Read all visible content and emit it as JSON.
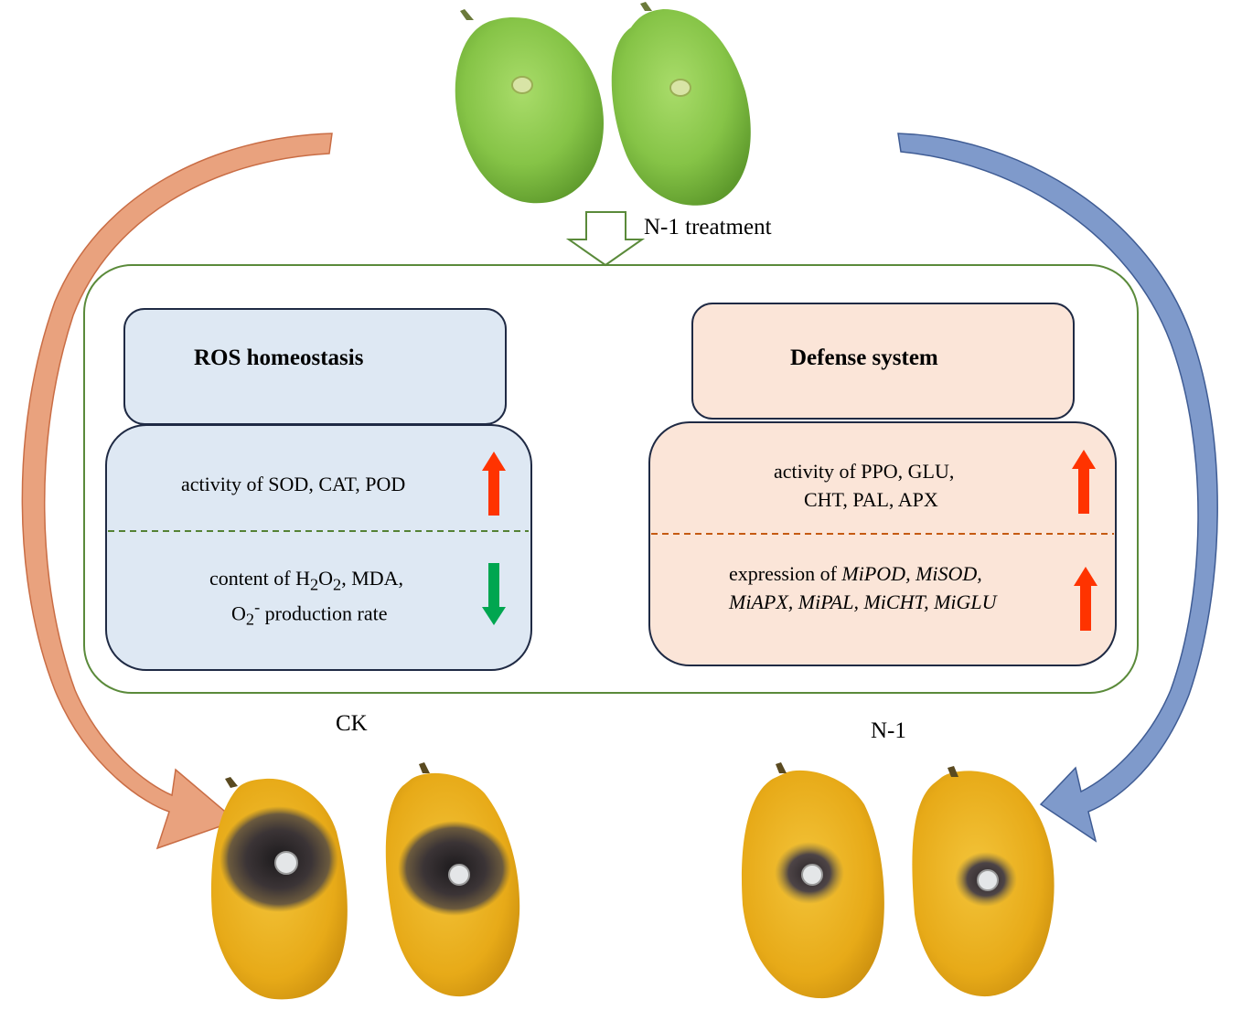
{
  "top": {
    "treatment_label": "N-1 treatment"
  },
  "ros_panel": {
    "title": "ROS homeostasis",
    "row1": "activity of SOD, CAT, POD",
    "row2_prefix": "content of H",
    "row2_sub1": "2",
    "row2_o": "O",
    "row2_sub2": "2",
    "row2_suffix": ", MDA,",
    "row3_o": "O",
    "row3_sub": "2",
    "row3_sup": "-",
    "row3_suffix": " production rate",
    "row1_arrow": "up",
    "row2_arrow": "down"
  },
  "defense_panel": {
    "title": "Defense system",
    "row1_line1": "activity of  PPO, GLU,",
    "row1_line2": "CHT, PAL, APX",
    "row2_prefix": "expression  of ",
    "row2_genes1": "MiPOD, MiSOD,",
    "row2_genes2": "MiAPX,  MiPAL,  MiCHT, MiGLU",
    "row1_arrow": "up",
    "row2_arrow": "up"
  },
  "bottom": {
    "ck_label": "CK",
    "n1_label": "N-1"
  },
  "colors": {
    "frame": "#5a8a3a",
    "ros_fill": "#dee8f3",
    "defense_fill": "#fbe5d8",
    "box_stroke": "#1f2a44",
    "ros_divider": "#548235",
    "defense_divider": "#c55a11",
    "arrow_up": "#ff3300",
    "arrow_down": "#00a650",
    "left_curve": "#e9a27e",
    "right_curve": "#7f9acb"
  }
}
